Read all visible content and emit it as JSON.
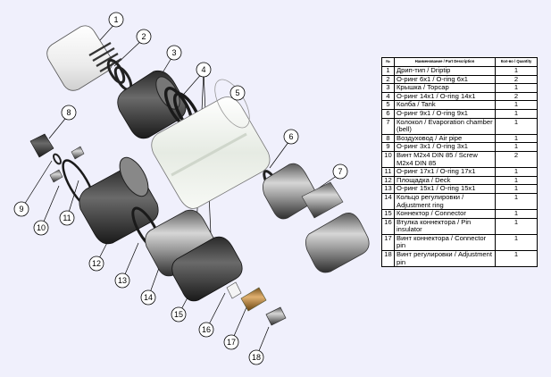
{
  "table": {
    "headers": [
      "№",
      "Наименование / Part Description",
      "Кол-во / Quantity"
    ],
    "rows": [
      {
        "num": "1",
        "desc": "Дрип-тип / Driptip",
        "qty": "1"
      },
      {
        "num": "2",
        "desc": "О-ринг 6х1 / O-ring 6x1",
        "qty": "2"
      },
      {
        "num": "3",
        "desc": "Крышка / Topcap",
        "qty": "1"
      },
      {
        "num": "4",
        "desc": "О-ринг 14х1 / O-ring 14x1",
        "qty": "2"
      },
      {
        "num": "5",
        "desc": "Колба / Tank",
        "qty": "1"
      },
      {
        "num": "6",
        "desc": "О-ринг 9х1 / O-ring 9x1",
        "qty": "1"
      },
      {
        "num": "7",
        "desc": "Колокол / Evaporation chamber (bell)",
        "qty": "1"
      },
      {
        "num": "8",
        "desc": "Воздуховод / Air pipe",
        "qty": "1"
      },
      {
        "num": "9",
        "desc": "О-ринг 3х1 / O-ring 3x1",
        "qty": "1"
      },
      {
        "num": "10",
        "desc": "Винт M2x4 DIN 85 / Screw M2x4 DIN 85",
        "qty": "2"
      },
      {
        "num": "11",
        "desc": "О-ринг 17х1 / O-ring 17x1",
        "qty": "1"
      },
      {
        "num": "12",
        "desc": "Площадка / Deck",
        "qty": "1"
      },
      {
        "num": "13",
        "desc": "О-ринг 15х1 / O-ring 15x1",
        "qty": "1"
      },
      {
        "num": "14",
        "desc": "Кольцо регулировки / Adjustment ring",
        "qty": "1"
      },
      {
        "num": "15",
        "desc": "Коннектор / Connector",
        "qty": "1"
      },
      {
        "num": "16",
        "desc": "Втулка коннектора / Pin insulator",
        "qty": "1"
      },
      {
        "num": "17",
        "desc": "Винт коннектора / Connector pin",
        "qty": "1"
      },
      {
        "num": "18",
        "desc": "Винт регулировки / Adjustment pin",
        "qty": "1"
      }
    ]
  },
  "callouts": [
    "1",
    "2",
    "3",
    "4",
    "5",
    "6",
    "7",
    "8",
    "9",
    "10",
    "11",
    "12",
    "13",
    "14",
    "15",
    "16",
    "17",
    "18"
  ],
  "colors": {
    "background": "#f0f0fc",
    "metal_dark": "#3a3a3a",
    "metal_mid": "#8a8a8a",
    "metal_light": "#d9d9d9",
    "tank_glass": "#eef2ec",
    "driptip": "#f2f2f2",
    "brass": "#b08040"
  }
}
